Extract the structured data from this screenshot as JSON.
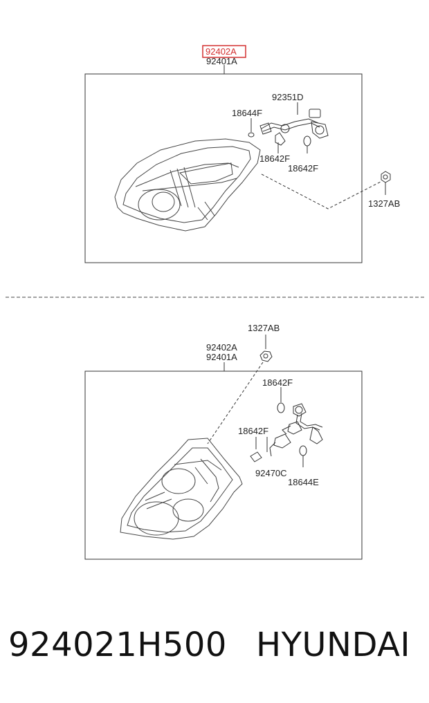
{
  "diagram_top": {
    "highlighted_part": "92402A",
    "main_part": "92401A",
    "labels": {
      "socket": "92351D",
      "bulb_side": "18644F",
      "bulb_left": "18642F",
      "bulb_right": "18642F",
      "nut": "1327AB"
    }
  },
  "diagram_bottom": {
    "nut": "1327AB",
    "part_a": "92402A",
    "part_b": "92401A",
    "bulb_top": "18642F",
    "bulb_left": "18642F",
    "socket": "92470C",
    "bulb_side": "18644E"
  },
  "footer": {
    "part_number": "924021H500",
    "brand": "HYUNDAI"
  },
  "colors": {
    "highlight": "#d32f2f",
    "line": "#333333"
  }
}
